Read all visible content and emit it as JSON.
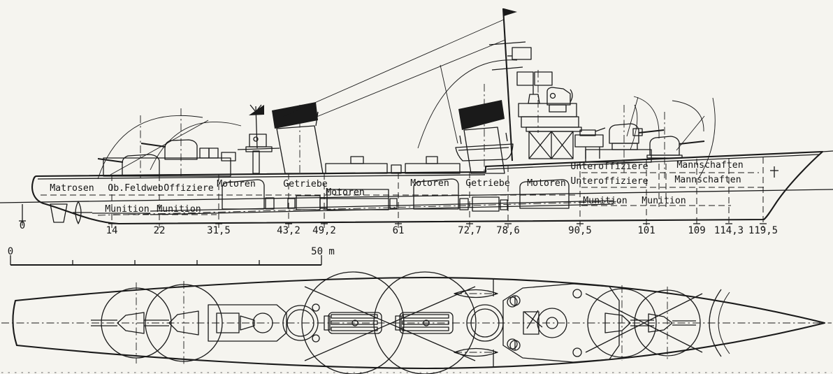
{
  "drawing": {
    "type": "warship general-arrangement line drawing (side elevation and deck plan)",
    "colors": {
      "paper": "#f5f4ef",
      "ink": "#1a1a1a"
    }
  },
  "side_view": {
    "compartments": [
      {
        "label": "Matrosen"
      },
      {
        "label": "Ob.Feldweb"
      },
      {
        "label": "Offiziere"
      },
      {
        "label": "Motoren"
      },
      {
        "label": "Getriebe"
      },
      {
        "label": "Motoren"
      },
      {
        "label": "Motoren"
      },
      {
        "label": "Getriebe"
      },
      {
        "label": "Motoren"
      },
      {
        "label": "Unteroffiziere"
      },
      {
        "label": "Unteroffiziere"
      },
      {
        "label": "Mannschaften"
      },
      {
        "label": "Mannschaften"
      },
      {
        "label": "Munition"
      },
      {
        "label": "Munition"
      },
      {
        "label": "Munition"
      },
      {
        "label": "Munition"
      }
    ],
    "stations": [
      {
        "label": "0"
      },
      {
        "label": "14"
      },
      {
        "label": "22"
      },
      {
        "label": "31,5"
      },
      {
        "label": "43,2"
      },
      {
        "label": "49,2"
      },
      {
        "label": "61"
      },
      {
        "label": "72,7"
      },
      {
        "label": "78,6"
      },
      {
        "label": "90,5"
      },
      {
        "label": "101"
      },
      {
        "label": "109"
      },
      {
        "label": "114,3"
      },
      {
        "label": "119,5"
      }
    ],
    "frame_stations_m": [
      0,
      14,
      22,
      31.5,
      43.2,
      49.2,
      61,
      72.7,
      78.6,
      90.5,
      101,
      109,
      114.3,
      119.5
    ]
  },
  "scale_bar": {
    "start_label": "0",
    "end_label": "50 m",
    "length_m": 50
  }
}
